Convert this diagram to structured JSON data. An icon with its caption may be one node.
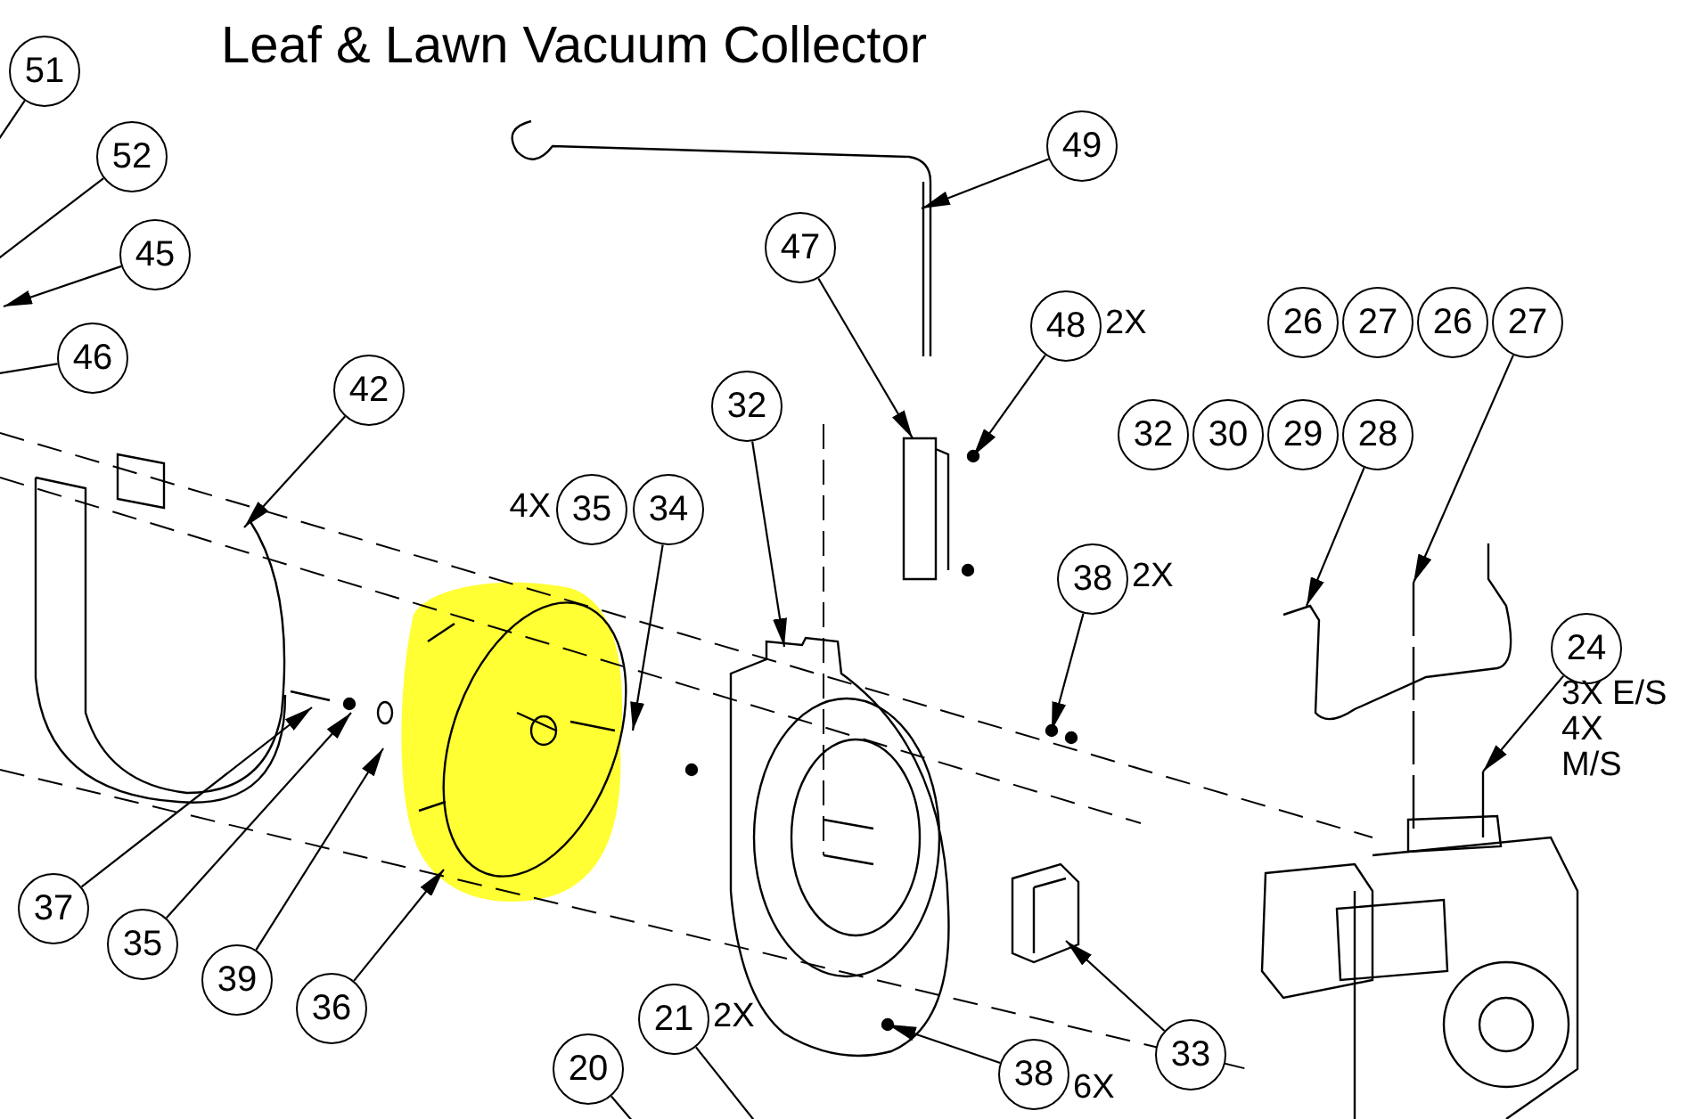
{
  "diagram": {
    "title": "Leaf & Lawn Vacuum Collector",
    "nodes": [
      {
        "text": [
          "51"
        ]
      },
      {
        "text": [
          "52"
        ]
      },
      {
        "text": [
          "45"
        ]
      },
      {
        "text": [
          "46"
        ]
      },
      {
        "text": [
          "42"
        ]
      },
      {
        "text": [
          "49"
        ]
      },
      {
        "text": [
          "47"
        ]
      },
      {
        "text": [
          "48"
        ],
        "beside": [
          "2X"
        ]
      },
      {
        "text": [
          "32"
        ]
      },
      {
        "text": [
          "35"
        ],
        "beside": [
          "4X"
        ]
      },
      {
        "text": [
          "34"
        ]
      },
      {
        "text": [
          "26"
        ]
      },
      {
        "text": [
          "27"
        ]
      },
      {
        "text": [
          "26"
        ]
      },
      {
        "text": [
          "27"
        ]
      },
      {
        "text": [
          "32"
        ]
      },
      {
        "text": [
          "30"
        ]
      },
      {
        "text": [
          "29"
        ]
      },
      {
        "text": [
          "28"
        ]
      },
      {
        "text": [
          "38"
        ],
        "beside": [
          "2X"
        ]
      },
      {
        "text": [
          "24"
        ],
        "beside": [
          "3X E/S 4X M/S"
        ]
      },
      {
        "text": [
          "37"
        ]
      },
      {
        "text": [
          "35"
        ]
      },
      {
        "text": [
          "39"
        ]
      },
      {
        "text": [
          "36"
        ]
      },
      {
        "text": [
          "33"
        ]
      },
      {
        "text": [
          "21"
        ],
        "beside": [
          "2X"
        ]
      },
      {
        "text": [
          "20"
        ]
      },
      {
        "text": [
          "38"
        ],
        "beside": [
          "6X"
        ]
      }
    ],
    "edges": [
      {
        "from": 0,
        "to": null,
        "arrow": "none"
      },
      {
        "from": 1,
        "to": null,
        "arrow": "none"
      },
      {
        "from": 2,
        "to": null,
        "arrow": "to"
      },
      {
        "from": 3,
        "to": null,
        "arrow": "none"
      },
      {
        "from": 4,
        "to": null,
        "arrow": "to"
      },
      {
        "from": 5,
        "to": null,
        "arrow": "to"
      },
      {
        "from": 6,
        "to": null,
        "arrow": "to"
      },
      {
        "from": 7,
        "to": null,
        "arrow": "to"
      },
      {
        "from": 8,
        "to": null,
        "arrow": "to"
      },
      {
        "from": 10,
        "to": null,
        "arrow": "to"
      },
      {
        "from": 14,
        "to": null,
        "arrow": "to"
      },
      {
        "from": 18,
        "to": null,
        "arrow": "to"
      },
      {
        "from": 19,
        "to": null,
        "arrow": "to"
      },
      {
        "from": 20,
        "to": null,
        "arrow": "to"
      },
      {
        "from": 21,
        "to": null,
        "arrow": "to"
      },
      {
        "from": 22,
        "to": null,
        "arrow": "to"
      },
      {
        "from": 23,
        "to": null,
        "arrow": "to"
      },
      {
        "from": 24,
        "to": null,
        "arrow": "to"
      },
      {
        "from": 25,
        "to": null,
        "arrow": "to"
      },
      {
        "from": 26,
        "to": null,
        "arrow": "none"
      },
      {
        "from": 27,
        "to": null,
        "arrow": "none"
      },
      {
        "from": 28,
        "to": null,
        "arrow": "to"
      }
    ]
  }
}
